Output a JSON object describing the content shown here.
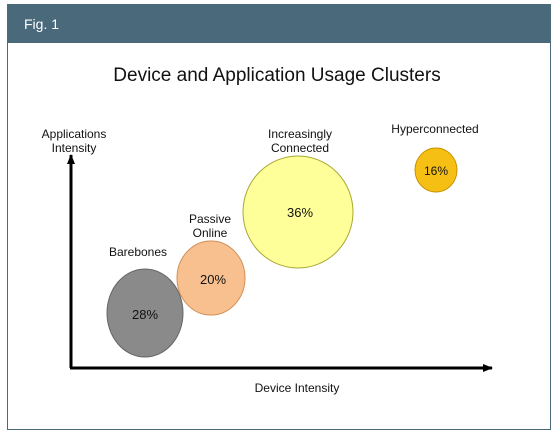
{
  "header": {
    "label": "Fig. 1"
  },
  "diagram": {
    "title": "Device and Application Usage Clusters",
    "y_axis_label_line1": "Applications",
    "y_axis_label_line2": "Intensity",
    "x_axis_label": "Device Intensity",
    "clusters": [
      {
        "id": "barebones",
        "name_line1": "Barebones",
        "name_line2": "",
        "value": "28%",
        "fill": "#8a8a8a"
      },
      {
        "id": "passive-online",
        "name_line1": "Passive",
        "name_line2": "Online",
        "value": "20%",
        "fill": "#f8c08e"
      },
      {
        "id": "increasingly-connected",
        "name_line1": "Increasingly",
        "name_line2": "Connected",
        "value": "36%",
        "fill": "#ffff99"
      },
      {
        "id": "hyperconnected",
        "name_line1": "Hyperconnected",
        "name_line2": "",
        "value": "16%",
        "fill": "#f5bf14"
      }
    ]
  },
  "colors": {
    "header_bg": "#4a6a7c",
    "axis": "#000000"
  }
}
